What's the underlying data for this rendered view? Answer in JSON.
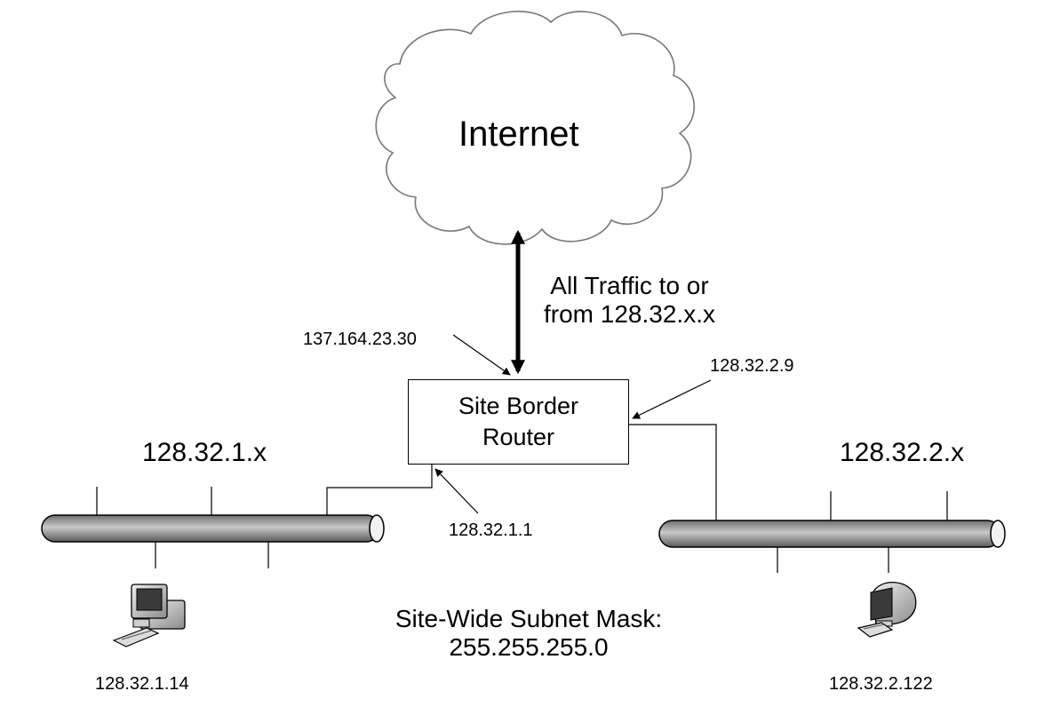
{
  "cloud": {
    "label": "Internet"
  },
  "traffic": {
    "label_line1": "All Traffic to or",
    "label_line2": "from 128.32.x.x"
  },
  "router": {
    "label": "Site Border\nRouter"
  },
  "interfaces": {
    "external_ip": "137.164.23.30",
    "subnet2_gateway": "128.32.2.9",
    "subnet1_gateway": "128.32.1.1"
  },
  "subnets": {
    "left": {
      "label": "128.32.1.x"
    },
    "right": {
      "label": "128.32.2.x"
    }
  },
  "hosts": {
    "left": {
      "ip": "128.32.1.14"
    },
    "right": {
      "ip": "128.32.2.122"
    }
  },
  "mask": {
    "label_line1": "Site-Wide Subnet Mask:",
    "label_line2": "255.255.255.0"
  }
}
